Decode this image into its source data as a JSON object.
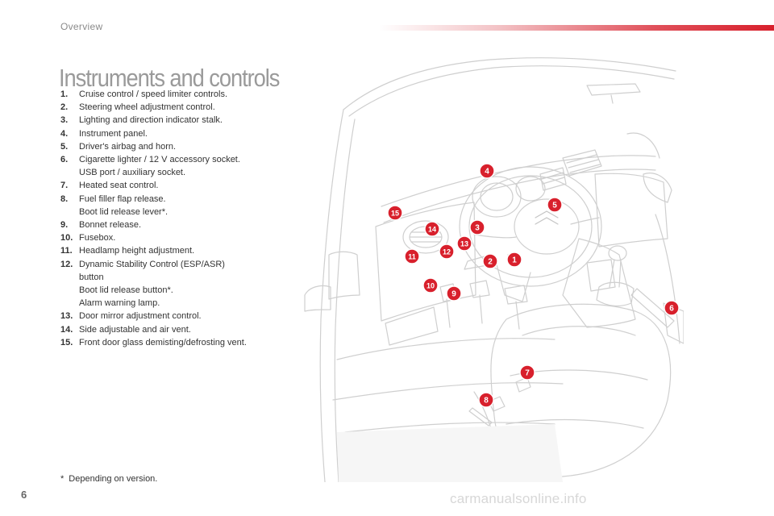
{
  "header": {
    "section": "Overview",
    "accent_color": "#d8202c"
  },
  "title": "Instruments and controls",
  "legend": [
    {
      "num": "1.",
      "lines": [
        "Cruise control / speed limiter controls."
      ]
    },
    {
      "num": "2.",
      "lines": [
        "Steering wheel adjustment control."
      ]
    },
    {
      "num": "3.",
      "lines": [
        "Lighting and direction indicator stalk."
      ]
    },
    {
      "num": "4.",
      "lines": [
        "Instrument panel."
      ]
    },
    {
      "num": "5.",
      "lines": [
        "Driver's airbag and horn."
      ]
    },
    {
      "num": "6.",
      "lines": [
        "Cigarette lighter / 12 V accessory socket.",
        "USB port / auxiliary socket."
      ]
    },
    {
      "num": "7.",
      "lines": [
        "Heated seat control."
      ]
    },
    {
      "num": "8.",
      "lines": [
        "Fuel filler flap release.",
        "Boot lid release lever*."
      ]
    },
    {
      "num": "9.",
      "lines": [
        "Bonnet release."
      ]
    },
    {
      "num": "10.",
      "lines": [
        "Fusebox."
      ]
    },
    {
      "num": "11.",
      "lines": [
        "Headlamp height adjustment."
      ]
    },
    {
      "num": "12.",
      "lines": [
        "Dynamic Stability Control (ESP/ASR)",
        "button",
        "Boot lid release button*.",
        "Alarm warning lamp."
      ]
    },
    {
      "num": "13.",
      "lines": [
        "Door mirror adjustment control."
      ]
    },
    {
      "num": "14.",
      "lines": [
        "Side adjustable and air vent."
      ]
    },
    {
      "num": "15.",
      "lines": [
        "Front door glass demisting/defrosting vent."
      ]
    }
  ],
  "footnote": {
    "mark": "*",
    "text": "Depending on version."
  },
  "page_number": "6",
  "watermark": "carmanualsonline.info",
  "callouts": {
    "color": "#d8202c",
    "labels": [
      "1",
      "2",
      "3",
      "4",
      "5",
      "6",
      "7",
      "8",
      "9",
      "10",
      "11",
      "12",
      "13",
      "14",
      "15"
    ]
  }
}
